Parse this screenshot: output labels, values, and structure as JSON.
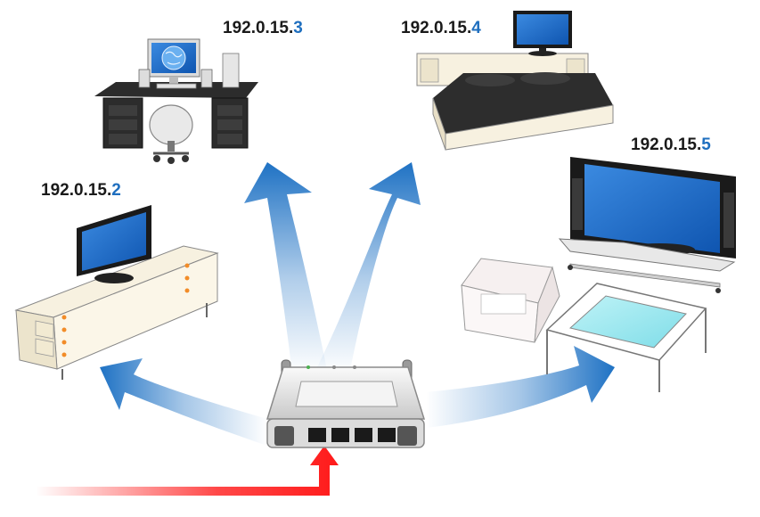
{
  "labels": {
    "pc": {
      "base": "192.0.15.",
      "last": "3"
    },
    "bedroom": {
      "base": "192.0.15.",
      "last": "4"
    },
    "living_room": {
      "base": "192.0.15.",
      "last": "5"
    },
    "sideboard": {
      "base": "192.0.15.",
      "last": "2"
    }
  },
  "colors": {
    "arrow_blue": "#1f72c4",
    "uplink_red": "#ff1a1a",
    "screen_blue": "#1c6fd1",
    "furniture_cream": "#f7f1e0",
    "octet_blue": "#1f6fbf"
  },
  "icons": [
    "router-icon",
    "desktop-computer-icon",
    "bed-icon",
    "tv-icon",
    "sideboard-icon",
    "armchair-icon",
    "coffee-table-icon",
    "office-chair-icon"
  ]
}
